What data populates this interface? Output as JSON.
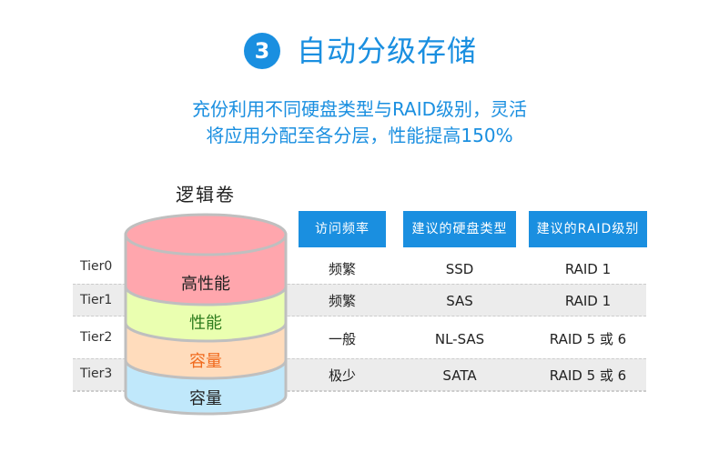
{
  "header": {
    "step_number": "3",
    "title": "自动分级存储"
  },
  "subtitle": {
    "line1": "充份利用不同硬盘类型与RAID级别，灵活",
    "line2": "将应用分配至各分层，性能提高150%"
  },
  "volume": {
    "label": "逻辑卷",
    "layers": [
      {
        "label": "高性能",
        "color": "#ffa6ad",
        "text_color": "#222222"
      },
      {
        "label": "性能",
        "color": "#eaffb0",
        "text_color": "#2e7d1e"
      },
      {
        "label": "容量",
        "color": "#ffdcbc",
        "text_color": "#f06a1d"
      },
      {
        "label": "容量",
        "color": "#c0e8fb",
        "text_color": "#222222"
      }
    ]
  },
  "table": {
    "headers": [
      "访问频率",
      "建议的硬盘类型",
      "建议的RAID级别"
    ],
    "rows": [
      {
        "tier": "Tier0",
        "frequency": "频繁",
        "disk": "SSD",
        "raid": "RAID 1"
      },
      {
        "tier": "Tier1",
        "frequency": "频繁",
        "disk": "SAS",
        "raid": "RAID 1"
      },
      {
        "tier": "Tier2",
        "frequency": "一般",
        "disk": "NL-SAS",
        "raid": "RAID 5 或 6"
      },
      {
        "tier": "Tier3",
        "frequency": "极少",
        "disk": "SATA",
        "raid": "RAID 5 或 6"
      }
    ]
  },
  "colors": {
    "accent": "#1a8fe0",
    "stripe": "#ececec"
  }
}
